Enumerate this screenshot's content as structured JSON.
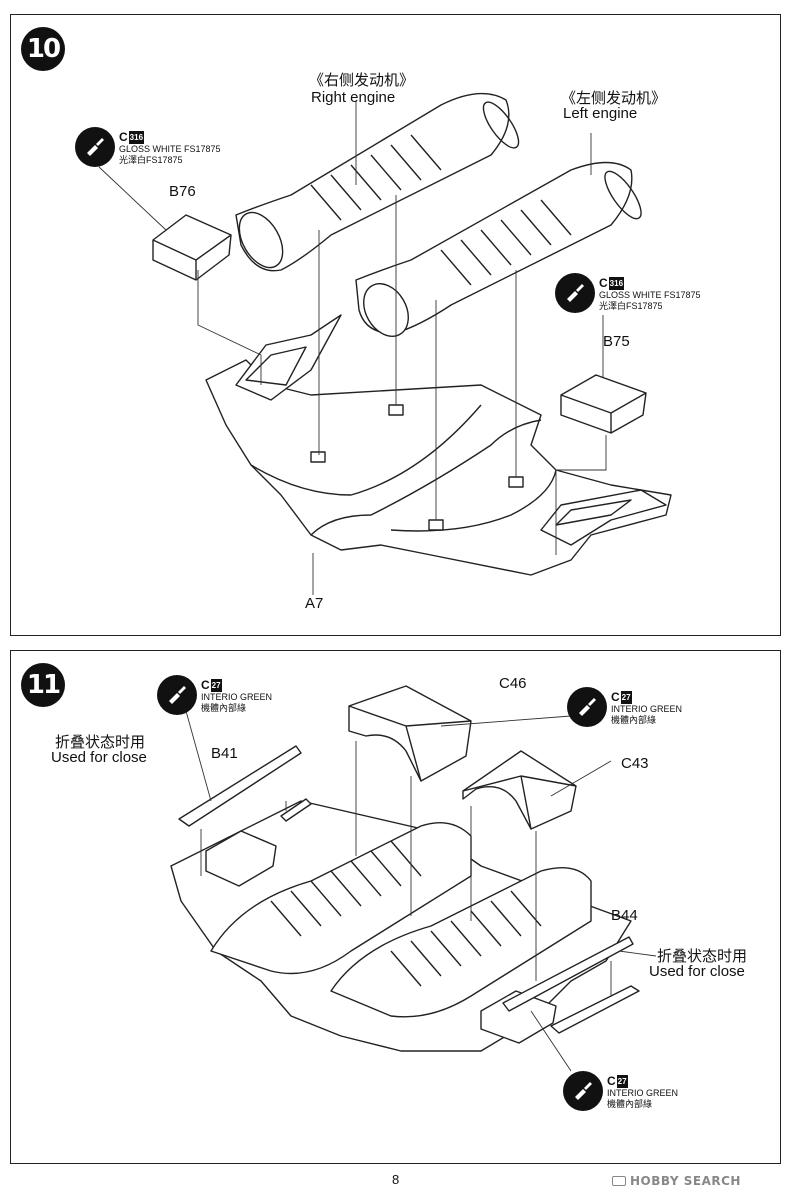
{
  "steps": [
    {
      "number": "10",
      "labels": {
        "right_engine_cn": "《右侧发动机》",
        "right_engine_en": "Right engine",
        "left_engine_cn": "《左侧发动机》",
        "left_engine_en": "Left engine",
        "part_b76": "B76",
        "part_b75": "B75",
        "part_a7": "A7"
      },
      "paints": [
        {
          "code": "C",
          "num": "316",
          "name_en": "GLOSS WHITE FS17875",
          "name_jp": "光澤白FS17875"
        },
        {
          "code": "C",
          "num": "316",
          "name_en": "GLOSS WHITE FS17875",
          "name_jp": "光澤白FS17875"
        }
      ]
    },
    {
      "number": "11",
      "labels": {
        "part_c46": "C46",
        "part_c43": "C43",
        "part_b41": "B41",
        "part_b44": "B44",
        "fold_note_cn_left": "折叠状态时用",
        "fold_note_en_left": "Used for close",
        "fold_note_cn_right": "折叠状态时用",
        "fold_note_en_right": "Used for close"
      },
      "paints": [
        {
          "code": "C",
          "num": "27",
          "name_en": "INTERIO GREEN",
          "name_jp": "機體內部綠"
        },
        {
          "code": "C",
          "num": "27",
          "name_en": "INTERIO GREEN",
          "name_jp": "機體內部綠"
        },
        {
          "code": "C",
          "num": "27",
          "name_en": "INTERIO GREEN",
          "name_jp": "機體內部綠"
        }
      ]
    }
  ],
  "footer": {
    "page_number": "8",
    "watermark": "HOBBY SEARCH"
  },
  "icons": [
    "paint-brush-icon",
    "camera-icon"
  ]
}
